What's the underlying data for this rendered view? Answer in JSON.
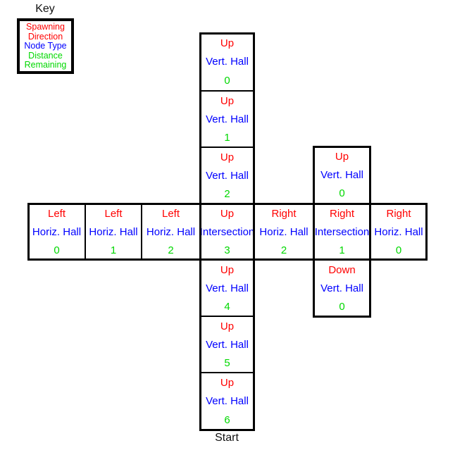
{
  "colors": {
    "direction": "#ff0000",
    "node_type": "#0000ff",
    "distance": "#00d800",
    "border": "#000000"
  },
  "key": {
    "title": "Key",
    "lines": [
      {
        "text": "Spawning",
        "role": "direction"
      },
      {
        "text": "Direction",
        "role": "direction"
      },
      {
        "text": "Node Type",
        "role": "node_type"
      },
      {
        "text": "Distance",
        "role": "distance"
      },
      {
        "text": "Remaining",
        "role": "distance"
      }
    ]
  },
  "start_label": "Start",
  "maze": {
    "center_column": {
      "cells": [
        {
          "direction": "Up",
          "node_type": "Vert. Hall",
          "distance": "0"
        },
        {
          "direction": "Up",
          "node_type": "Vert. Hall",
          "distance": "1"
        },
        {
          "direction": "Up",
          "node_type": "Vert. Hall",
          "distance": "2"
        },
        {
          "direction": "Up",
          "node_type": "Intersection",
          "distance": "3"
        },
        {
          "direction": "Up",
          "node_type": "Vert. Hall",
          "distance": "4"
        },
        {
          "direction": "Up",
          "node_type": "Vert. Hall",
          "distance": "5"
        },
        {
          "direction": "Up",
          "node_type": "Vert. Hall",
          "distance": "6"
        }
      ]
    },
    "right_column": {
      "cells": [
        {
          "direction": "Up",
          "node_type": "Vert. Hall",
          "distance": "0"
        },
        {
          "direction": "Right",
          "node_type": "Intersection",
          "distance": "1"
        },
        {
          "direction": "Down",
          "node_type": "Vert. Hall",
          "distance": "0"
        }
      ]
    },
    "horizontal_row": {
      "cells": [
        {
          "direction": "Left",
          "node_type": "Horiz. Hall",
          "distance": "0"
        },
        {
          "direction": "Left",
          "node_type": "Horiz. Hall",
          "distance": "1"
        },
        {
          "direction": "Left",
          "node_type": "Horiz. Hall",
          "distance": "2"
        },
        {
          "direction": "Up",
          "node_type": "Intersection",
          "distance": "3"
        },
        {
          "direction": "Right",
          "node_type": "Horiz. Hall",
          "distance": "2"
        },
        {
          "direction": "Right",
          "node_type": "Intersection",
          "distance": "1"
        },
        {
          "direction": "Right",
          "node_type": "Horiz. Hall",
          "distance": "0"
        }
      ]
    }
  }
}
